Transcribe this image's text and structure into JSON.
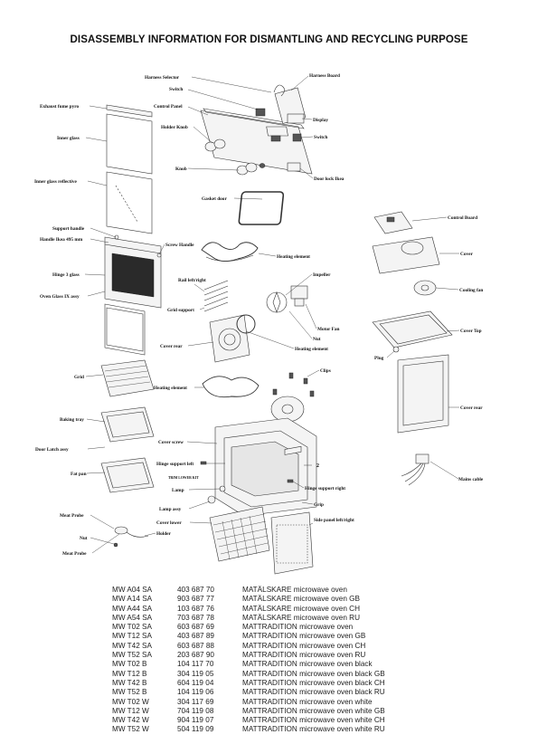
{
  "document": {
    "title": "DISASSEMBLY INFORMATION FOR DISMANTLING AND RECYCLING PURPOSE"
  },
  "parts": {
    "harness_selector": "Harness Selector",
    "harness_board": "Harness Board",
    "switch_top": "Switch",
    "control_panel": "Control Panel",
    "display": "Display",
    "holder_knob": "Holder Knob",
    "switch_right": "Switch",
    "exhaust_fume_pyro": "Exhaust fume pyro",
    "inner_glass": "Inner glass",
    "knob": "Knob",
    "door_lock_ikea": "Door lock Ikea",
    "inner_glass_reflective": "Inner glass reflective",
    "gasket_door": "Gasket door",
    "control_board": "Control Board",
    "support_handle": "Support handle",
    "handle_ikea": "Handle Ikea 495 mm",
    "screw_handle": "Screw Handle",
    "heating_element_top": "Heating element",
    "cover_fan": "Cover",
    "hinge_3_glass": "Hinge 3 glass",
    "impeller": "Impeller",
    "rail_left_right": "Rail left/right",
    "cooling_fan": "Cooling fan",
    "oven_glass_ix_assy": "Oven Glass IX assy",
    "grid_support": "Grid support",
    "motor_fan": "Motor Fan",
    "cover_top": "Cover Top",
    "nut_motor": "Nut",
    "cover_rear_left": "Cover rear",
    "heating_element_ring": "Heating element",
    "plug": "Plug",
    "clips": "Clips",
    "grid": "Grid",
    "heating_element_bottom": "Heating element",
    "cover_rear_right": "Cover rear",
    "baking_tray": "Baking tray",
    "cover_screw": "Cover screw",
    "door_latch_assy": "Door Latch assy",
    "hinge_support_left": "Hinge support left",
    "number_2": "2",
    "fat_pan": "Fat pan",
    "trim_lower_kit": "TRIM LOWER KIT",
    "mains_cable": "Mains cable",
    "lamp": "Lamp",
    "hinge_support_right": "Hinge support right",
    "grip": "Grip",
    "lamp_assy": "Lamp assy",
    "meat_probe_top": "Meat Probe",
    "side_panel": "Side panel left/right",
    "cover_lower": "Cover lower",
    "nut_probe": "Nut",
    "holder": "Holder",
    "meat_probe_bottom": "Meat Probe"
  },
  "models": [
    {
      "model": "MW A04 SA",
      "number": "403 687 70",
      "description": "MATÄLSKARE microwave oven"
    },
    {
      "model": "MW A14 SA",
      "number": "903 687 77",
      "description": "MATÄLSKARE microwave oven GB"
    },
    {
      "model": "MW A44 SA",
      "number": "103 687 76",
      "description": "MATÄLSKARE microwave oven CH"
    },
    {
      "model": "MW A54 SA",
      "number": "703 687 78",
      "description": "MATÄLSKARE microwave oven RU"
    },
    {
      "model": "MW T02 SA",
      "number": "603 687 69",
      "description": "MATTRADITION microwave oven"
    },
    {
      "model": "MW T12 SA",
      "number": "403 687 89",
      "description": "MATTRADITION microwave oven GB"
    },
    {
      "model": "MW T42 SA",
      "number": "603 687 88",
      "description": "MATTRADITION microwave oven CH"
    },
    {
      "model": "MW T52 SA",
      "number": "203 687 90",
      "description": "MATTRADITION microwave oven RU"
    },
    {
      "model": "MW T02 B",
      "number": "104 117 70",
      "description": "MATTRADITION microwave oven black"
    },
    {
      "model": "MW T12 B",
      "number": "304 119 05",
      "description": "MATTRADITION microwave oven black GB"
    },
    {
      "model": "MW T42 B",
      "number": "604 119 04",
      "description": "MATTRADITION microwave oven black CH"
    },
    {
      "model": "MW T52 B",
      "number": "104 119 06",
      "description": "MATTRADITION microwave oven black RU"
    },
    {
      "model": "MW T02 W",
      "number": "304 117 69",
      "description": "MATTRADITION microwave oven white"
    },
    {
      "model": "MW T12 W",
      "number": "704 119 08",
      "description": "MATTRADITION microwave oven white GB"
    },
    {
      "model": "MW T42 W",
      "number": "904 119 07",
      "description": "MATTRADITION microwave oven white CH"
    },
    {
      "model": "MW T52 W",
      "number": "504 119 09",
      "description": "MATTRADITION microwave oven white RU"
    }
  ]
}
